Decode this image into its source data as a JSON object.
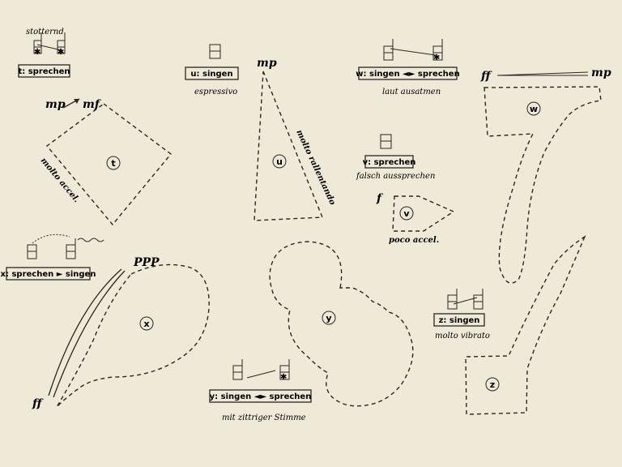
{
  "boxes": {
    "t": "t: sprechen",
    "u": "u: singen",
    "w": "w: singen ◄► sprechen",
    "v": "v: sprechen",
    "x": "x: sprechen ► singen",
    "z": "z: singen",
    "y": "y: singen ◄► sprechen"
  },
  "annotations": {
    "stotternd": "stotternd",
    "espressivo": "espressivo",
    "laut_ausatmen": "laut ausatmen",
    "falsch_aussprechen": "falsch aussprechen",
    "poco_accel": "poco accel.",
    "molto_vibrato": "molto vibrato",
    "mit_zittriger_stimme": "mit zittriger Stimme",
    "molto_accel": "molto accel.",
    "molto_rallentando": "molto rallentando"
  },
  "dynamics": {
    "mp_t": "mp",
    "mf_t": "mf",
    "mp_u": "mp",
    "ff_w": "ff",
    "mp_w": "mp",
    "f_v": "f",
    "ppp_x": "PPP",
    "ff_x": "ff"
  },
  "shape_labels": {
    "t": "t",
    "u": "u",
    "v": "v",
    "w": "w",
    "x": "x",
    "y": "y",
    "z": "z"
  },
  "colors": {
    "paper": "#efe9d8",
    "ink": "#2a2622"
  }
}
